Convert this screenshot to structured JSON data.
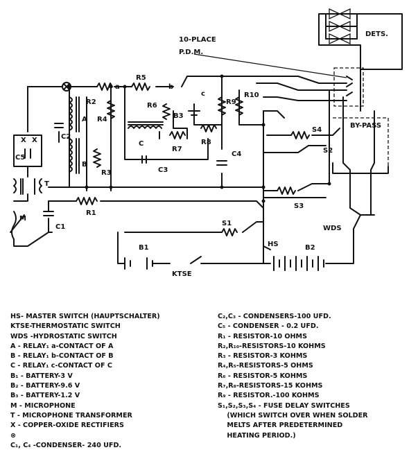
{
  "labels": {
    "pdm_line1": "10-PLACE",
    "pdm_line2": "P.D.M.",
    "dets": "DETS.",
    "bypass": "BY-PASS",
    "A": "A",
    "B": "B",
    "C": "C",
    "a": "a",
    "b": "b",
    "c": "c",
    "X1": "X",
    "X2": "X",
    "T": "T",
    "M": "M",
    "R1": "R1",
    "R2": "R2",
    "R3": "R3",
    "R4": "R4",
    "R5": "R5",
    "R6": "R6",
    "R7": "R7",
    "R8": "R8",
    "R9": "R9",
    "R10": "R10",
    "B1": "B1",
    "B2": "B2",
    "B3": "B3",
    "C1": "C1",
    "C2": "C2",
    "C3": "C3",
    "C4": "C4",
    "C5": "C5",
    "S1": "S1",
    "S2": "S2",
    "S3": "S3",
    "S4": "S4",
    "HS": "HS",
    "KTSE": "KTSE",
    "WDS": "WDS"
  },
  "legend_left": [
    "HS- MASTER SWITCH (HAUPTSCHALTER)",
    "KTSE-THERMOSTATIC SWITCH",
    "WDS -HYDROSTATIC SWITCH",
    "A - RELAY₁ a-CONTACT OF A",
    "B - RELAY₁ b-CONTACT OF B",
    "C - RELAY₁ c-CONTACT OF C",
    "B₁ - BATTERY-3 V",
    "B₂ - BATTERY-9.6 V",
    "B₃ - BATTERY-1.2 V",
    "M - MICROPHONE",
    "T - MICROPHONE TRANSFORMER",
    "X - COPPER-OXIDE RECTIFIERS",
    "⊗",
    "C₁, C₄ -CONDENSER- 240 UFD."
  ],
  "legend_right": [
    "C₂,C₃ - CONDENSERS-100 UFD.",
    "C₅ - CONDENSER - 0.2 UFD.",
    "R₁ - RESISTOR-10 OHMS",
    "R₂,R₁₀-RESISTORS-10 KOHMS",
    "R₃ - RESISTOR-3 KOHMS",
    "R₄,R₅-RESISTORS-5 OHMS",
    "R₆ - RESISTOR-5 KOHMS",
    "R₇,R₈-RESISTORS-15 KOHMS",
    "R₉ - RESISTOR.-100 KOHMS",
    "S₁,S₂,S₃,S₄ - FUSE DELAY SWITCHES",
    "    (WHICH SWITCH OVER WHEN SOLDER",
    "    MELTS AFTER PREDETERMINED",
    "    HEATING PERIOD.)"
  ]
}
